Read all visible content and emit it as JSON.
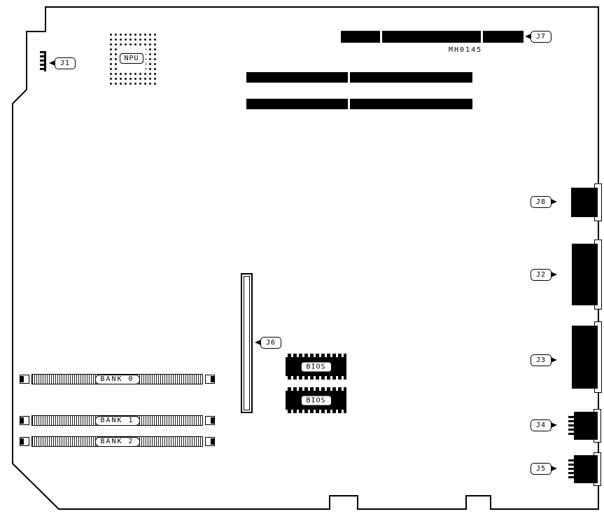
{
  "diagram": {
    "board_code": "MH0145",
    "npu": "NPU",
    "callouts": {
      "j1": "J1",
      "j2": "J2",
      "j3": "J3",
      "j4": "J4",
      "j5": "J5",
      "j6": "J6",
      "j7": "J7",
      "j8": "J8"
    },
    "bios_chips": [
      "BIOS",
      "BIOS"
    ],
    "memory_banks": [
      "BANK 0",
      "BANK 1",
      "BANK 2"
    ],
    "colors": {
      "outline": "#000000",
      "component_fill": "#000000",
      "background": "#ffffff"
    }
  }
}
